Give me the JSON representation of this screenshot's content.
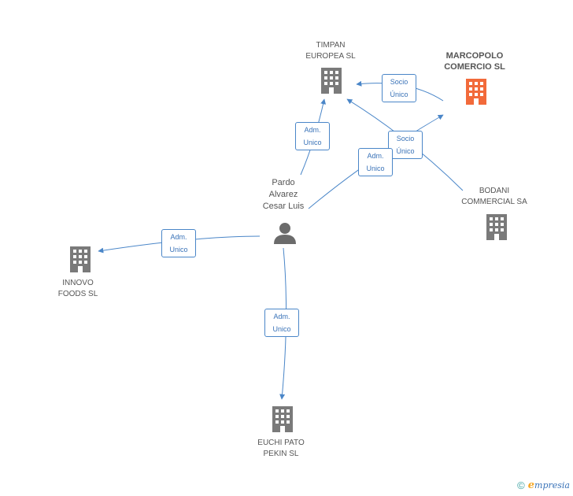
{
  "colors": {
    "edge": "#4a86c8",
    "building": "#7a7a7a",
    "building_highlight": "#f26a3a",
    "person": "#6b6b6b",
    "text": "#555555"
  },
  "nodes": {
    "timpan": {
      "label": "TIMPAN\nEUROPEA SL",
      "icon": "building-icon"
    },
    "marcopolo": {
      "label": "MARCOPOLO\nCOMERCIO SL",
      "icon": "building-icon"
    },
    "bodani": {
      "label": "BODANI\nCOMMERCIAL SA",
      "icon": "building-icon"
    },
    "innovo": {
      "label": "INNOVO\nFOODS SL",
      "icon": "building-icon"
    },
    "euchi": {
      "label": "EUCHI PATO\nPEKIN SL",
      "icon": "building-icon"
    },
    "pardo": {
      "label": "Pardo\nAlvarez\nCesar Luis",
      "icon": "person-icon"
    }
  },
  "edges": {
    "marcopolo_timpan": "Socio\nÚnico",
    "bodani_marcopolo": "Socio\nÚnico",
    "pardo_timpan": "Adm.\nUnico",
    "pardo_bodani": "Adm.\nUnico",
    "pardo_innovo": "Adm.\nUnico",
    "pardo_euchi": "Adm.\nUnico"
  },
  "brand": {
    "copyright": "©",
    "e": "e",
    "rest": "mpresia"
  }
}
